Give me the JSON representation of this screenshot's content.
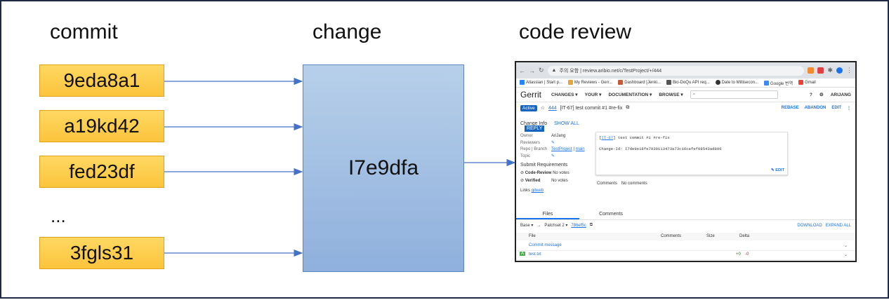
{
  "headings": {
    "commit": "commit",
    "change": "change",
    "code_review": "code review"
  },
  "commits": [
    "9eda8a1",
    "a19kd42",
    "fed23df",
    "3fgls31"
  ],
  "ellipsis": "...",
  "change_id": "I7e9dfa",
  "colors": {
    "commit_fill": "#ffd862",
    "change_fill": "#a4c0e4",
    "arrow": "#4472c4"
  },
  "browser": {
    "url": "주의 요함 | review.aribio.net/c/TestProject/+/444",
    "bookmarks": [
      "Atlassian | Start p...",
      "My Reviews - Gerr...",
      "Dashboard [Jenki...",
      "Bio-DoQu API req...",
      "Date to Millisecon...",
      "Google 번역",
      "Gmail"
    ],
    "gerrit": {
      "logo": "Gerrit",
      "menu": [
        "CHANGES ▾",
        "YOUR ▾",
        "DOCUMENTATION ▾",
        "BROWSE ▾"
      ],
      "search_icon": "search-icon",
      "user": "ARIJANG",
      "status": "Active",
      "change_number": "444",
      "subject": "[IT-67] test commit #1 #re-fix",
      "actions": [
        "REBASE",
        "ABANDON",
        "EDIT"
      ],
      "change_info": "Change Info",
      "show_all": "SHOW ALL",
      "reply": "REPLY",
      "owner_label": "Owner",
      "owner": "AriJang",
      "reviewers_label": "Reviewers",
      "repo_label": "Repo | Branch",
      "repo": "TestProject",
      "branch": "main",
      "topic_label": "Topic",
      "submit_req": "Submit Requirements",
      "code_review_label": "Code-Review",
      "code_review_votes": "No votes",
      "verified_label": "Verified",
      "verified_votes": "No votes",
      "links_label": "Links",
      "links_value": "gitweb",
      "commit_msg_link": "IT-67",
      "commit_msg_rest": " test commit #1 #re-fix",
      "change_id_line": "Change-Id: I7de9e18fe7939113473a73c16cafef08543ad896",
      "msg_edit": "EDIT",
      "comments_label": "Comments",
      "comments_value": "No comments",
      "tab_files": "Files",
      "tab_comments": "Comments",
      "base": "Base ▾",
      "patchset": "Patchset 2 ▾",
      "patchset_hash": "786ef5c",
      "download": "DOWNLOAD",
      "expand_all": "EXPAND ALL",
      "col_file": "File",
      "col_comments": "Comments",
      "col_size": "Size",
      "col_delta": "Delta",
      "row_commit_msg": "Commit message",
      "row_file": "test.txt",
      "row_file_badge": "A",
      "delta_plus": "+0",
      "delta_minus": "-0"
    }
  }
}
